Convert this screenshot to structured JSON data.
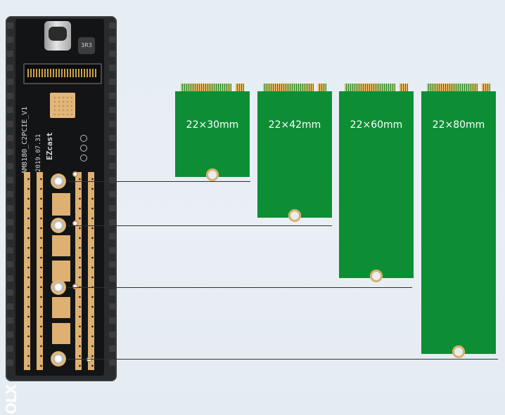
{
  "board": {
    "model_text": "AM8180_C2PCIE_V1",
    "date_text": "2019.07.31",
    "brand_text": "EZcast",
    "inductor_text": "3R3"
  },
  "cards": [
    {
      "label": "22×30mm"
    },
    {
      "label": "22×42mm"
    },
    {
      "label": "22×60mm"
    },
    {
      "label": "22×80mm"
    }
  ],
  "watermark": {
    "text": "OLX"
  },
  "colors": {
    "background": "#e6edf3",
    "card_green": "#0d8e35",
    "gold": "#deb071",
    "board": "#131416",
    "case": "#2a2b2d"
  }
}
